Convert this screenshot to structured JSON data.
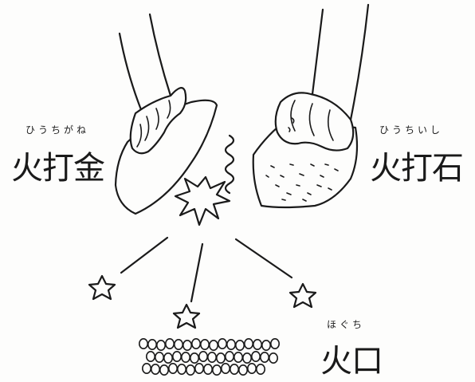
{
  "labels": {
    "striker": {
      "ruby": "ひうちがね",
      "text": "火打金"
    },
    "flint": {
      "ruby": "ひうちいし",
      "text": "火打石"
    },
    "tinder": {
      "ruby": "ほぐち",
      "text": "火口"
    }
  },
  "colors": {
    "ink": "#1a1a1a",
    "paper": "#fdfdfc"
  },
  "icons": [
    "striker-hand",
    "flint-hand",
    "spark-burst",
    "spark-star",
    "tinder-pile"
  ]
}
